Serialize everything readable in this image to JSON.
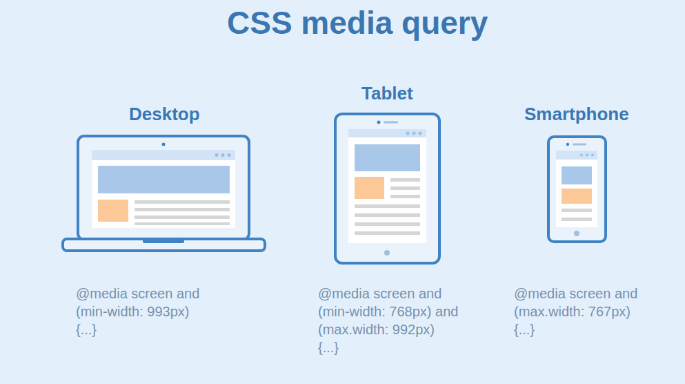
{
  "diagram": {
    "title": "CSS media query",
    "nodes": [
      {
        "text": [
          "Desktop",
          "@media screen and (min-width: 993px)",
          "{...}"
        ]
      },
      {
        "text": [
          "Tablet",
          "@media screen and (min-width: 768px) and (max.width: 992px)",
          "{...}"
        ]
      },
      {
        "text": [
          "Smartphone",
          "@media screen and (max.width: 767px)",
          "{...}"
        ]
      }
    ]
  }
}
